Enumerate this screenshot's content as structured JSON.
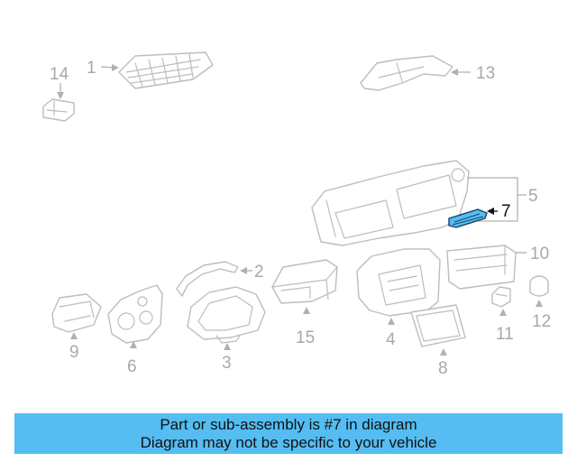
{
  "callouts": {
    "c1": "1",
    "c2": "2",
    "c3": "3",
    "c4": "4",
    "c5": "5",
    "c6": "6",
    "c7": "7",
    "c8": "8",
    "c9": "9",
    "c10": "10",
    "c11": "11",
    "c12": "12",
    "c13": "13",
    "c14": "14",
    "c15": "15"
  },
  "highlight": {
    "part_number": "7",
    "color": "#55bdf1"
  },
  "banner": {
    "line1": "Part or sub-assembly is #7 in diagram",
    "line2": "Diagram may not be specific to your vehicle",
    "background": "#55bdf1"
  }
}
